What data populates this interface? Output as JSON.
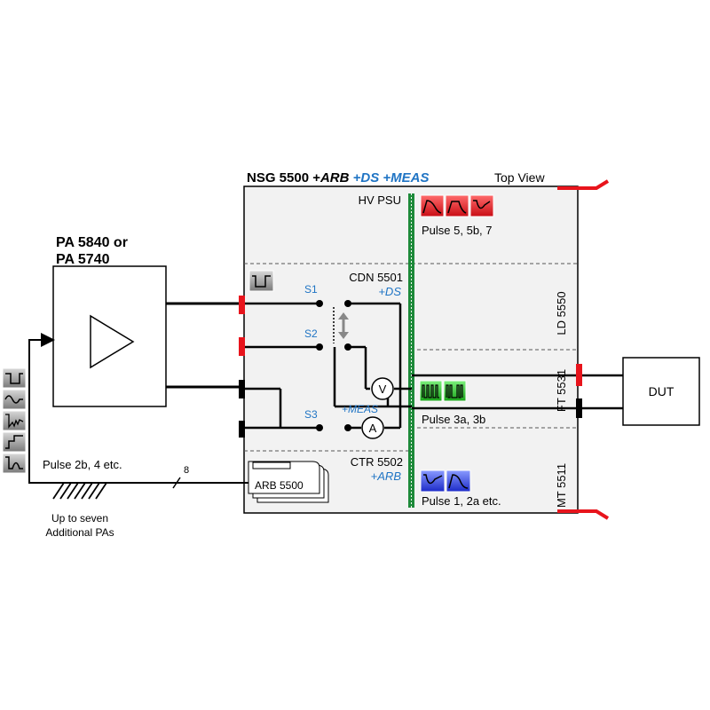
{
  "amplifier": {
    "line1": "PA 5840 or",
    "line2": "PA 5740"
  },
  "main_unit": {
    "title_prefix": "NSG 5500 +",
    "title_arb": "ARB",
    "title_ds": "+DS",
    "title_meas": "+MEAS",
    "view_label": "Top View"
  },
  "sections": {
    "hv_psu": "HV PSU",
    "cdn": "CDN 5501",
    "cdn_sub": "+DS",
    "ctr": "CTR 5502",
    "ctr_sub": "+ARB"
  },
  "switches": {
    "s1": "S1",
    "s2": "S2",
    "s3": "S3",
    "meas_label": "+MEAS"
  },
  "meters": {
    "voltmeter": "V",
    "ammeter": "A"
  },
  "modules": {
    "ld": "LD 5550",
    "ft": "FT 5531",
    "mt": "MT 5511"
  },
  "pulses": {
    "top": "Pulse 5, 5b, 7",
    "middle": "Pulse 3a, 3b",
    "bottom": "Pulse 1, 2a etc.",
    "left": "Pulse 2b, 4 etc."
  },
  "arb": {
    "label": "ARB 5500",
    "bus_count": "8"
  },
  "dut": {
    "label": "DUT"
  },
  "additional": {
    "line1": "Up to seven",
    "line2": "Additional PAs"
  },
  "colors": {
    "red_connector": "#e8141c",
    "green_bus": "#1e8a3a",
    "panel_fill": "#f2f2f2",
    "blue_text": "#1f74c4",
    "red_icon": "#e8141c",
    "green_icon": "#2ec52e",
    "blue_icon": "#2a3ad6",
    "grey_icon": "#8a8a8a"
  }
}
